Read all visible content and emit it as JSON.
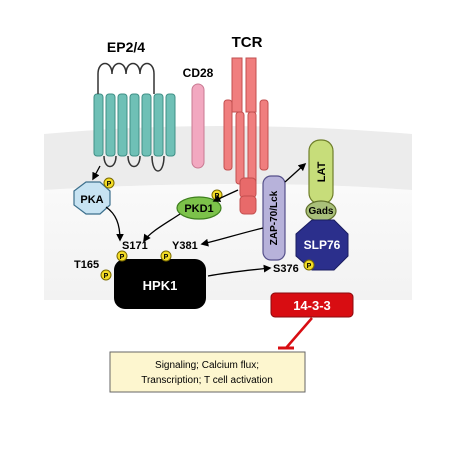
{
  "labels": {
    "ep24": "EP2/4",
    "tcr": "TCR",
    "cd28": "CD28",
    "pka": "PKA",
    "pkd1": "PKD1",
    "zap70_lck": "ZAP-70/Lck",
    "lat": "LAT",
    "gads": "Gads",
    "slp76": "SLP76",
    "hpk1": "HPK1",
    "s171": "S171",
    "y381": "Y381",
    "t165": "T165",
    "s376": "S376",
    "p": "P",
    "fourteen_three_three": "14-3-3",
    "outcome_line1": "Signaling; Calcium flux;",
    "outcome_line2": "Transcription; T cell activation"
  },
  "colors": {
    "membrane": "#e9e9e9",
    "gpcr": "#6fc0b6",
    "tcr": "#f07e7e",
    "cd28": "#f2a8c0",
    "pka": "#c7e3f2",
    "pkd1": "#7cc24a",
    "zap70": "#b7b2da",
    "lat": "#c7dd7a",
    "gads": "#a9c07a",
    "slp76": "#2b2f8c",
    "hpk1": "#000000",
    "phospho": "#f3dc27",
    "fourteen_three_three": "#d80d12",
    "outcome_box": "#fdf6cf"
  }
}
